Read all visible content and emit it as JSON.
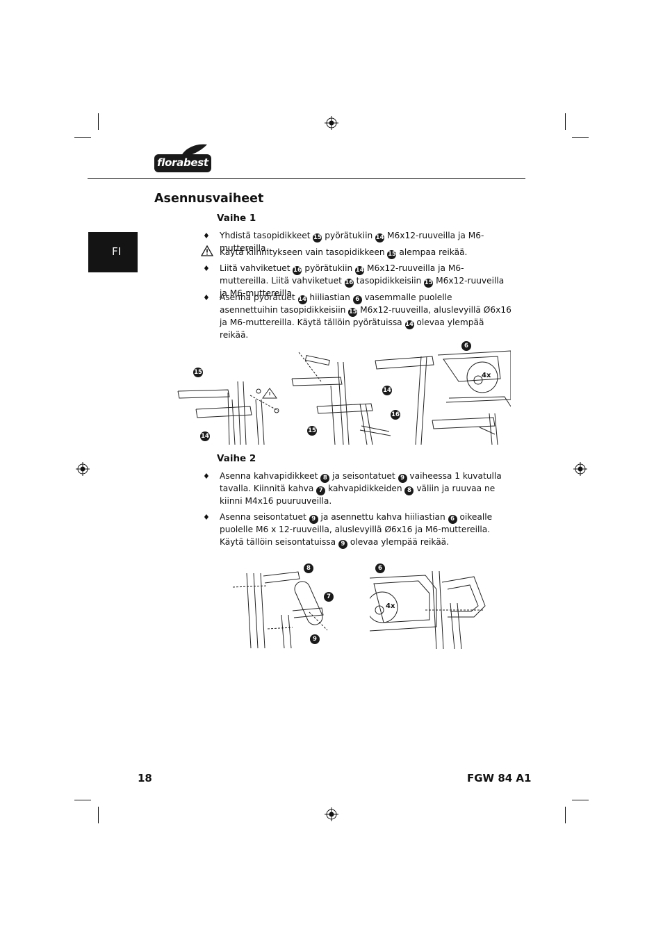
{
  "brand": {
    "logo_text": "florabest"
  },
  "language_tab": "FI",
  "title": "Asennusvaiheet",
  "step1": {
    "heading": "Vaihe 1",
    "items": [
      {
        "parts": [
          "Yhdistä tasopidikkeet ",
          "15",
          " pyörätukiin ",
          "14",
          " M6x12-ruuveilla ja M6-muttereilla."
        ]
      },
      {
        "parts": [
          "Käytä kiinnitykseen vain tasopidikkeen ",
          "15",
          " alempaa reikää."
        ]
      },
      {
        "parts": [
          "Liitä vahviketuet ",
          "16",
          " pyörätukiin ",
          "14",
          " M6x12-ruuveilla ja M6-muttereilla. Liitä vahviketuet ",
          "16",
          " tasopidikkeisiin ",
          "15",
          " M6x12-ruuveilla ja M6-muttereilla."
        ]
      },
      {
        "parts": [
          "Asenna pyörätuet ",
          "14",
          " hiiliastian ",
          "6",
          " vasemmalle puolelle asennettuihin tasopidikkeisiin ",
          "15",
          " M6x12-ruuveilla, aluslevyillä Ø6x16 ja M6-muttereilla. Käytä tällöin pyörätuissa ",
          "14",
          " olevaa ylempää reikää."
        ]
      }
    ],
    "figure_callouts": [
      "15",
      "14",
      "15",
      "14",
      "16",
      "6",
      "4x"
    ]
  },
  "step2": {
    "heading": "Vaihe 2",
    "items": [
      {
        "parts": [
          "Asenna kahvapidikkeet ",
          "8",
          " ja seisontatuet ",
          "9",
          " vaiheessa 1 kuvatulla tavalla. Kiinnitä kahva ",
          "7",
          " kahvapidikkeiden ",
          "8",
          " väliin ja ruuvaa ne kiinni M4x16 puuruuveilla."
        ]
      },
      {
        "parts": [
          "Asenna seisontatuet ",
          "9",
          " ja asennettu kahva hiiliastian ",
          "6",
          " oikealle puolelle M6 x 12-ruuveilla, aluslevyillä Ø6x16 ja M6-muttereilla. Käytä tällöin seisontatuissa ",
          "9",
          " olevaa ylempää reikää."
        ]
      }
    ],
    "figure_callouts": [
      "8",
      "7",
      "9",
      "6",
      "4x"
    ]
  },
  "footer": {
    "page_number": "18",
    "model": "FGW 84 A1"
  }
}
